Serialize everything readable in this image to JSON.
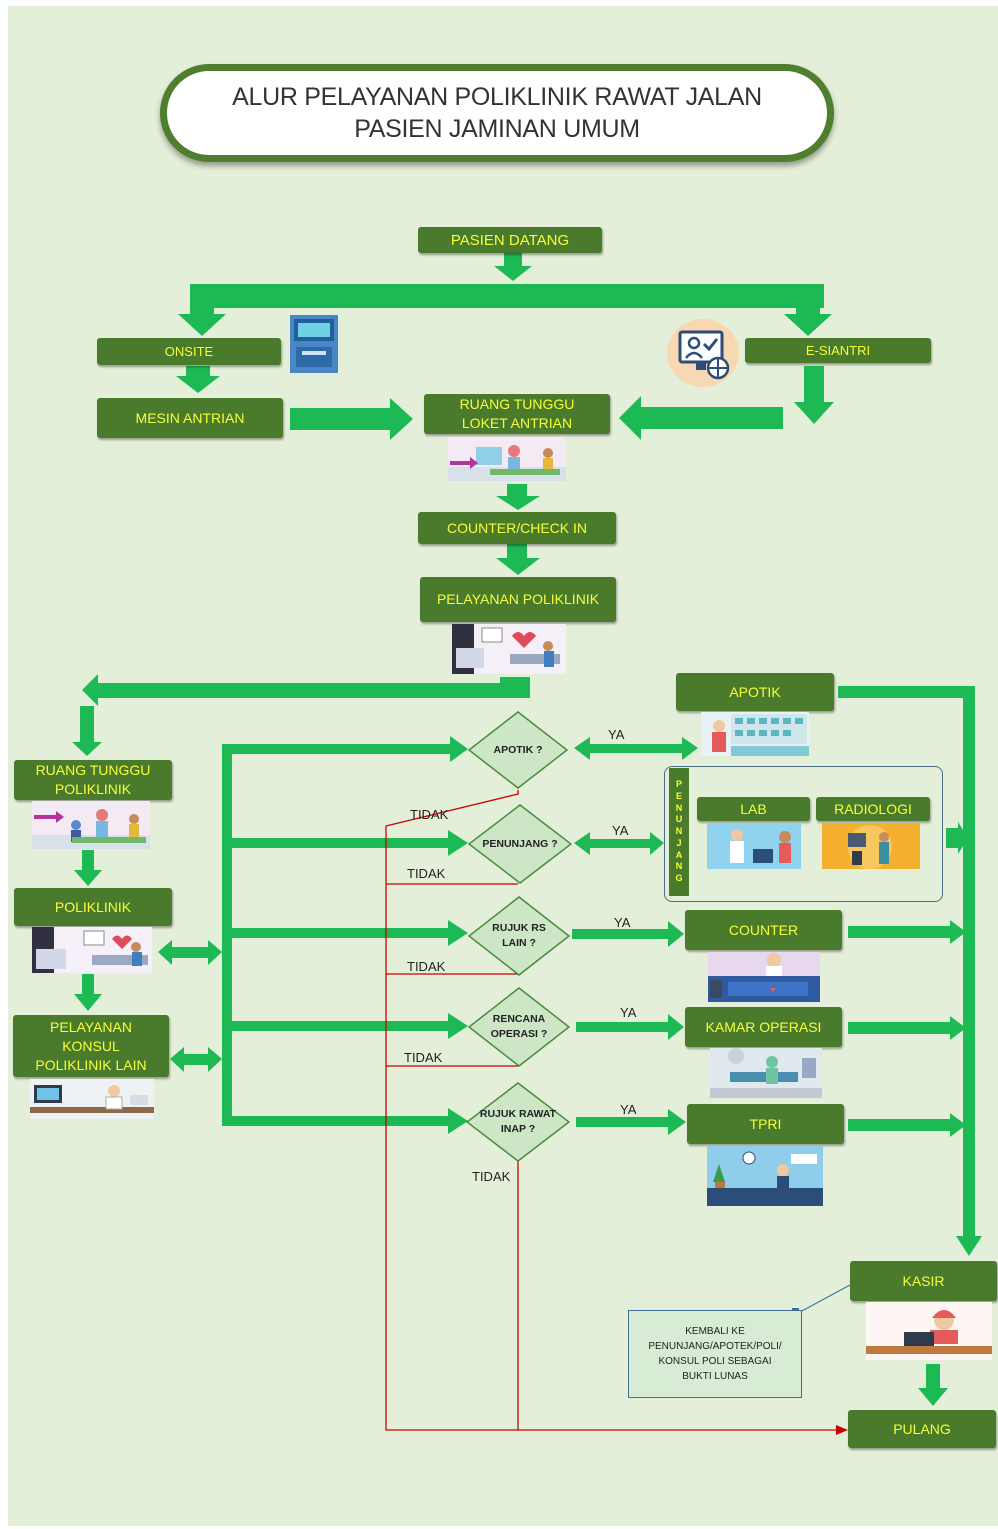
{
  "title": {
    "line1": "ALUR PELAYANAN POLIKLINIK RAWAT JALAN",
    "line2": "PASIEN JAMINAN UMUM"
  },
  "steps": {
    "pasien_datang": "PASIEN DATANG",
    "onsite": "ONSITE",
    "esiantri": "E-SIANTRI",
    "mesin_antrian": "MESIN ANTRIAN",
    "ruang_tunggu_loket": [
      "RUANG  TUNGGU",
      "LOKET ANTRIAN"
    ],
    "counter_checkin": "COUNTER/CHECK  IN",
    "pelayanan_poliklinik": "PELAYANAN   POLIKLINIK",
    "ruang_tunggu_poli": [
      "RUANG TUNGGU",
      "POLIKLINIK"
    ],
    "poliklinik": "POLIKLINIK",
    "pelayanan_konsul": [
      "PELAYANAN",
      "KONSUL",
      "POLIKLINIK LAIN"
    ],
    "apotik": "APOTIK",
    "lab": "LAB",
    "radiologi": "RADIOLOGI",
    "penunjang_vertical": [
      "P",
      "E",
      "N",
      "U",
      "N",
      "J",
      "A",
      "N",
      "G"
    ],
    "counter": "COUNTER",
    "kamar_operasi": "KAMAR  OPERASI",
    "tpri": "TPRI",
    "kasir": "KASIR",
    "pulang": "PULANG"
  },
  "decisions": {
    "apotik": [
      "APOTIK ?"
    ],
    "penunjang": [
      "PENUNJANG ?"
    ],
    "rujuk_rs": [
      "RUJUK RS",
      "LAIN ?"
    ],
    "rencana_operasi": [
      "RENCANA",
      "OPERASI ?"
    ],
    "rujuk_rawat": [
      "RUJUK RAWAT",
      "INAP ?"
    ]
  },
  "branch_labels": {
    "yes": "YA",
    "no": "TIDAK"
  },
  "note": [
    "KEMBALI KE",
    "PENUNJANG/APOTEK/POLI/",
    "KONSUL POLI SEBAGAI",
    "BUKTI LUNAS"
  ],
  "colors": {
    "background": "#e4efd9",
    "box": "#4a7a2b",
    "box_text": "#f6ff3a",
    "arrow": "#1db954",
    "no_line": "#cc0000",
    "diamond_fill": "#cde6c5"
  }
}
